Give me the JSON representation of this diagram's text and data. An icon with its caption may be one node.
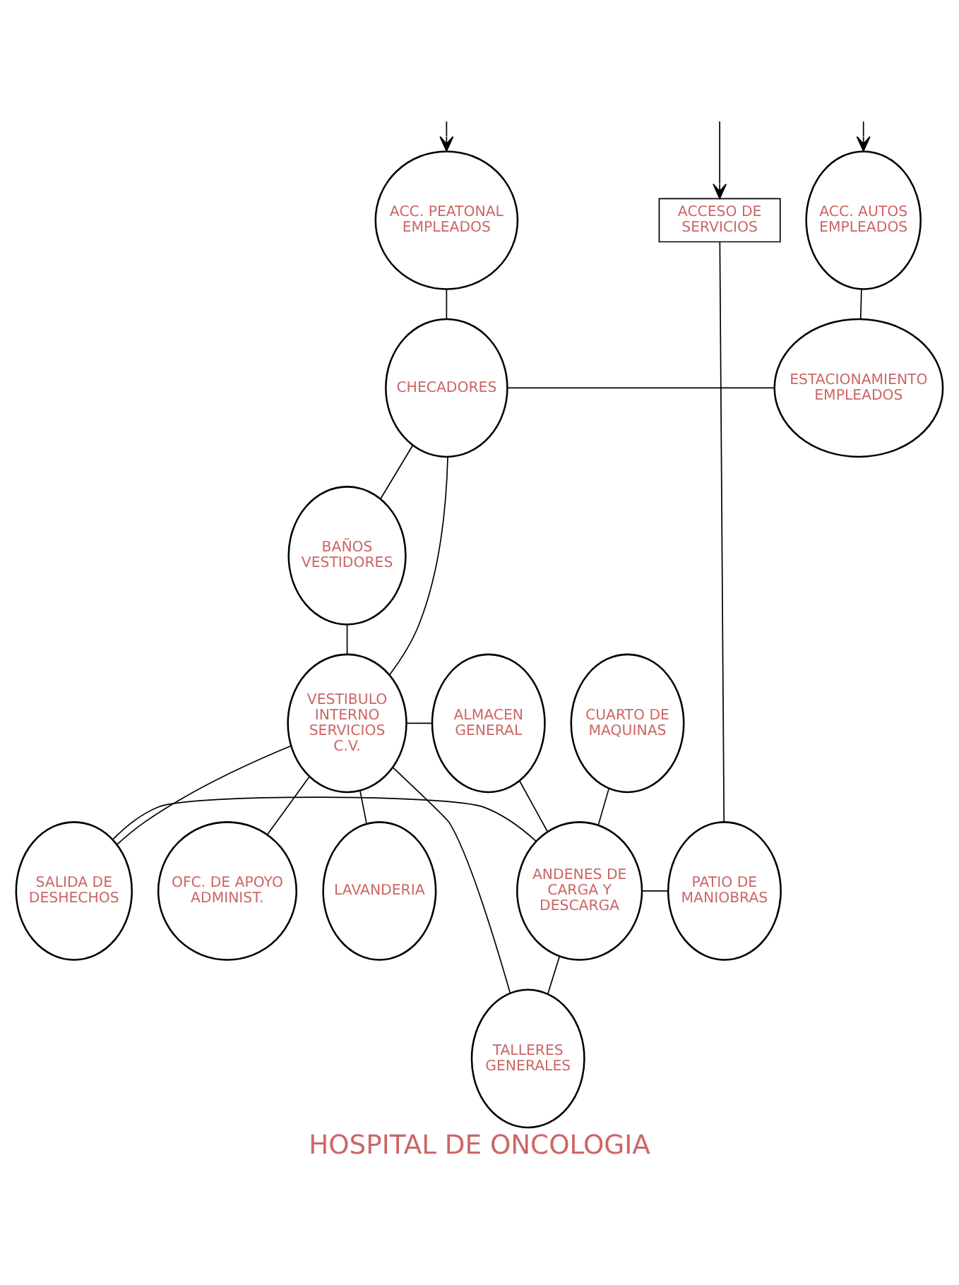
{
  "diagram": {
    "title": "HOSPITAL DE ONCOLOGIA",
    "nodes": [
      {
        "text": [
          "ACC. PEATONAL EMPLEADOS"
        ]
      },
      {
        "text": [
          "ACC. AUTOS EMPLEADOS"
        ]
      },
      {
        "text": [
          "ACCESO DE SERVICIOS"
        ]
      },
      {
        "text": [
          "CHECADORES"
        ]
      },
      {
        "text": [
          "ESTACIONAMIENTO EMPLEADOS"
        ]
      },
      {
        "text": [
          "BAÑOS VESTIDORES"
        ]
      },
      {
        "text": [
          "VESTIBULO INTERNO SERVICIOS C.V."
        ]
      },
      {
        "text": [
          "ALMACEN GENERAL"
        ]
      },
      {
        "text": [
          "CUARTO DE MAQUINAS"
        ]
      },
      {
        "text": [
          "OFC. DE APOYO ADMINIST."
        ]
      },
      {
        "text": [
          "LAVANDERIA"
        ]
      },
      {
        "text": [
          "SALIDA DE DESHECHOS"
        ]
      },
      {
        "text": [
          "ANDENES DE CARGA Y DESCARGA"
        ]
      },
      {
        "text": [
          "PATIO DE MANIOBRAS"
        ]
      },
      {
        "text": [
          "TALLERES GENERALES"
        ]
      }
    ],
    "edges": [
      {
        "from": null,
        "to": 0,
        "arrow": "to"
      },
      {
        "from": null,
        "to": 1,
        "arrow": "to"
      },
      {
        "from": null,
        "to": 2,
        "arrow": "to"
      },
      {
        "from": 0,
        "to": 3,
        "arrow": "none"
      },
      {
        "from": 1,
        "to": 4,
        "arrow": "none"
      },
      {
        "from": 3,
        "to": 4,
        "arrow": "none"
      },
      {
        "from": 3,
        "to": 5,
        "arrow": "none"
      },
      {
        "from": 3,
        "to": 6,
        "arrow": "none"
      },
      {
        "from": 5,
        "to": 6,
        "arrow": "none"
      },
      {
        "from": 6,
        "to": 7,
        "arrow": "none"
      },
      {
        "from": 6,
        "to": 9,
        "arrow": "none"
      },
      {
        "from": 6,
        "to": 10,
        "arrow": "none"
      },
      {
        "from": 6,
        "to": 11,
        "arrow": "none"
      },
      {
        "from": 6,
        "to": 14,
        "arrow": "none"
      },
      {
        "from": 7,
        "to": 12,
        "arrow": "none"
      },
      {
        "from": 8,
        "to": 12,
        "arrow": "none"
      },
      {
        "from": 11,
        "to": 12,
        "arrow": "none"
      },
      {
        "from": 12,
        "to": 13,
        "arrow": "none"
      },
      {
        "from": 2,
        "to": 13,
        "arrow": "none"
      },
      {
        "from": 12,
        "to": 14,
        "arrow": "none"
      }
    ]
  }
}
